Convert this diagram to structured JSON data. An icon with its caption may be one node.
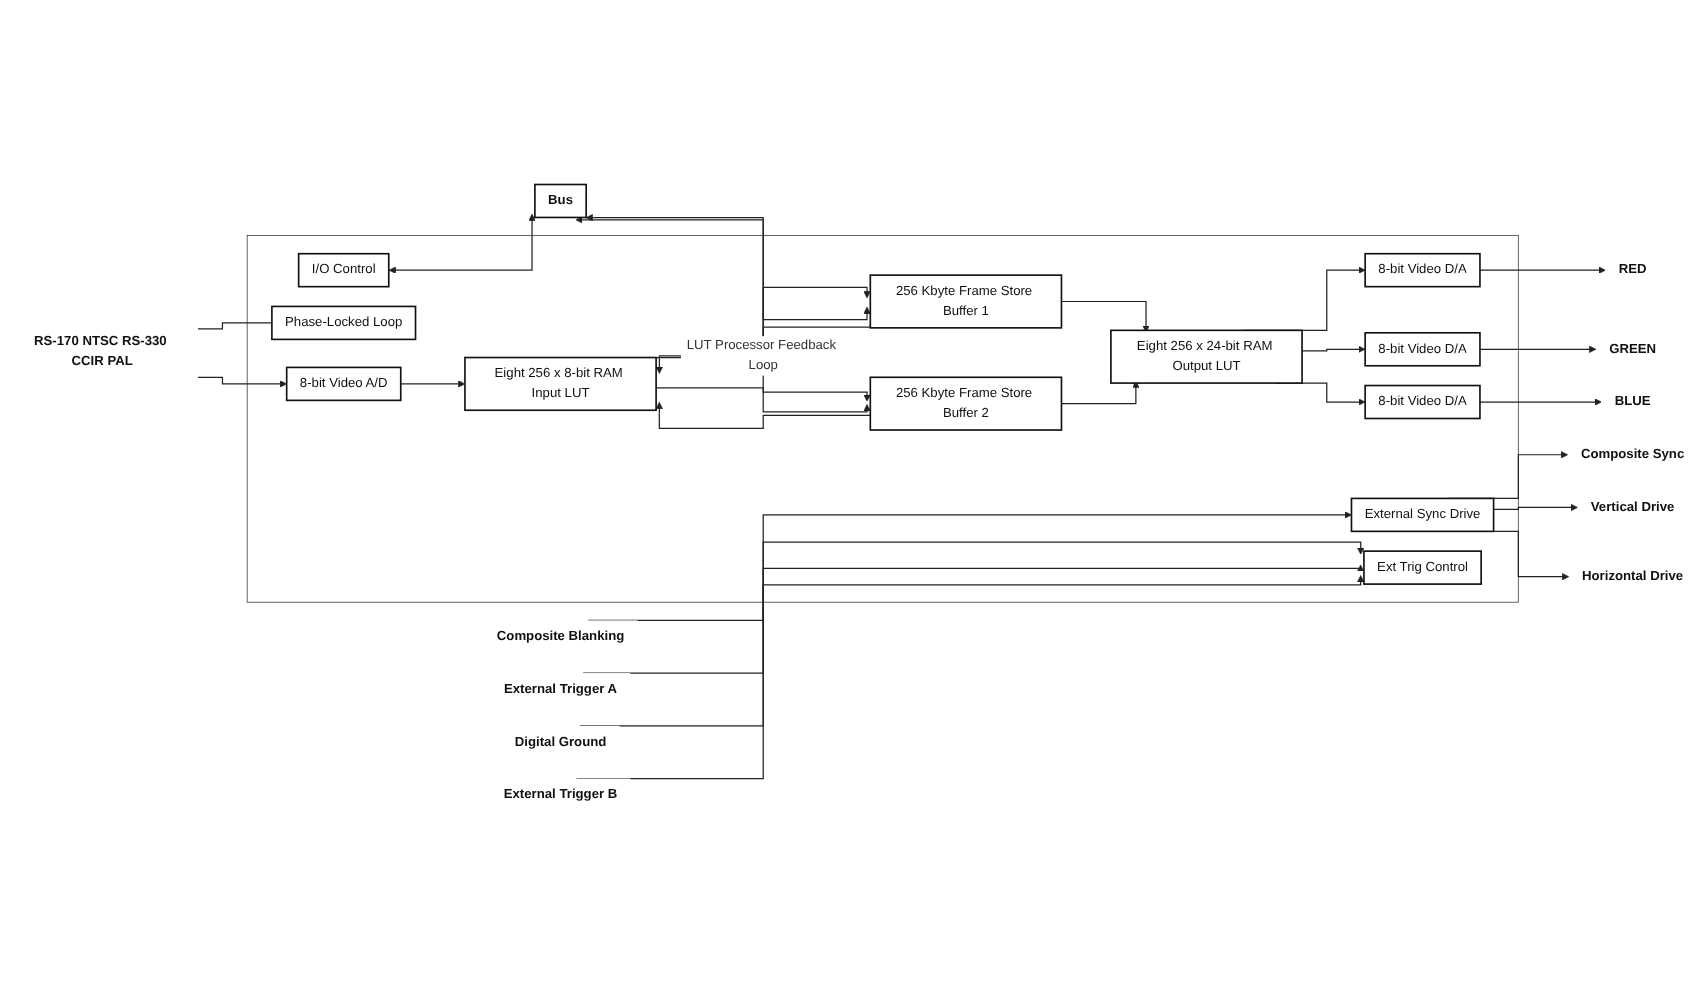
{
  "diagram": {
    "nodes": [
      {
        "text": [],
        "shape": "box"
      },
      {
        "text": [
          "RS-170 NTSC RS-330 CCIR PAL"
        ]
      },
      {
        "text": [
          "8-bit Video A/D"
        ],
        "in": 0
      },
      {
        "text": [
          "Eight 256 x 8-bit RAM Input LUT"
        ],
        "in": 0
      },
      {
        "text": [
          "256 Kbyte Frame Store Buffer 1"
        ],
        "in": 0
      },
      {
        "text": [
          "256 Kbyte Frame Store Buffer 2"
        ],
        "in": 0
      },
      {
        "text": [
          "Eight 256 x 24-bit RAM Output LUT"
        ],
        "in": 0
      },
      {
        "text": [
          "External Sync Drive"
        ],
        "in": 0
      },
      {
        "text": [
          "8-bit Video D/A"
        ],
        "in": 0
      },
      {
        "text": [
          "8-bit Video D/A"
        ],
        "in": 0
      },
      {
        "text": [
          "8-bit Video D/A"
        ],
        "in": 0
      },
      {
        "text": [
          "Phase-Locked Loop"
        ],
        "in": 0
      },
      {
        "text": [
          "I/O Control"
        ],
        "in": 0
      },
      {
        "text": [
          "Ext Trig Control"
        ],
        "in": 0
      },
      {
        "text": [
          "Bus"
        ]
      },
      {
        "text": [
          "Composite Sync"
        ]
      },
      {
        "text": [
          "Composite Blanking"
        ]
      },
      {
        "text": [
          "Vertical Drive"
        ]
      },
      {
        "text": [
          "Horizontal Drive"
        ]
      },
      {
        "text": [
          "RED"
        ]
      },
      {
        "text": [
          "GREEN"
        ]
      },
      {
        "text": [
          "BLUE"
        ]
      },
      {
        "text": [
          "External Trigger A"
        ]
      },
      {
        "text": [
          "Digital Ground"
        ]
      },
      {
        "text": [
          "External Trigger B"
        ]
      }
    ],
    "edges": [
      {
        "from": 1,
        "to": 2,
        "arrow": "to"
      },
      {
        "from": 1,
        "to": 11,
        "arrow": "none"
      },
      {
        "from": 2,
        "to": 3,
        "arrow": "to"
      },
      {
        "from": 3,
        "to": 4,
        "arrow": "to"
      },
      {
        "from": 3,
        "to": 5,
        "arrow": "to"
      },
      {
        "from": 4,
        "to": 6,
        "arrow": "to"
      },
      {
        "from": 5,
        "to": 6,
        "arrow": "to"
      },
      {
        "from": 4,
        "to": 3,
        "arrow": "to",
        "label": "LUT Processor Feedback Loop"
      },
      {
        "from": 5,
        "to": 3,
        "arrow": "to"
      },
      {
        "from": 6,
        "to": 8,
        "arrow": "to"
      },
      {
        "from": 6,
        "to": 9,
        "arrow": "to"
      },
      {
        "from": 6,
        "to": 10,
        "arrow": "to"
      },
      {
        "from": 8,
        "to": 19,
        "arrow": "to"
      },
      {
        "from": 9,
        "to": 20,
        "arrow": "to"
      },
      {
        "from": 10,
        "to": 21,
        "arrow": "to"
      },
      {
        "from": 7,
        "to": 15,
        "arrow": "to"
      },
      {
        "from": 16,
        "to": 7,
        "arrow": "to"
      },
      {
        "from": 7,
        "to": 17,
        "arrow": "to"
      },
      {
        "from": 7,
        "to": 18,
        "arrow": "to"
      },
      {
        "from": 14,
        "to": 4,
        "arrow": "both"
      },
      {
        "from": 14,
        "to": 5,
        "arrow": "both"
      },
      {
        "from": 12,
        "to": 14,
        "arrow": "both"
      },
      {
        "from": 22,
        "to": 13,
        "arrow": "to"
      },
      {
        "from": 23,
        "to": 13,
        "arrow": "to"
      },
      {
        "from": 24,
        "to": 13,
        "arrow": "to"
      }
    ]
  }
}
